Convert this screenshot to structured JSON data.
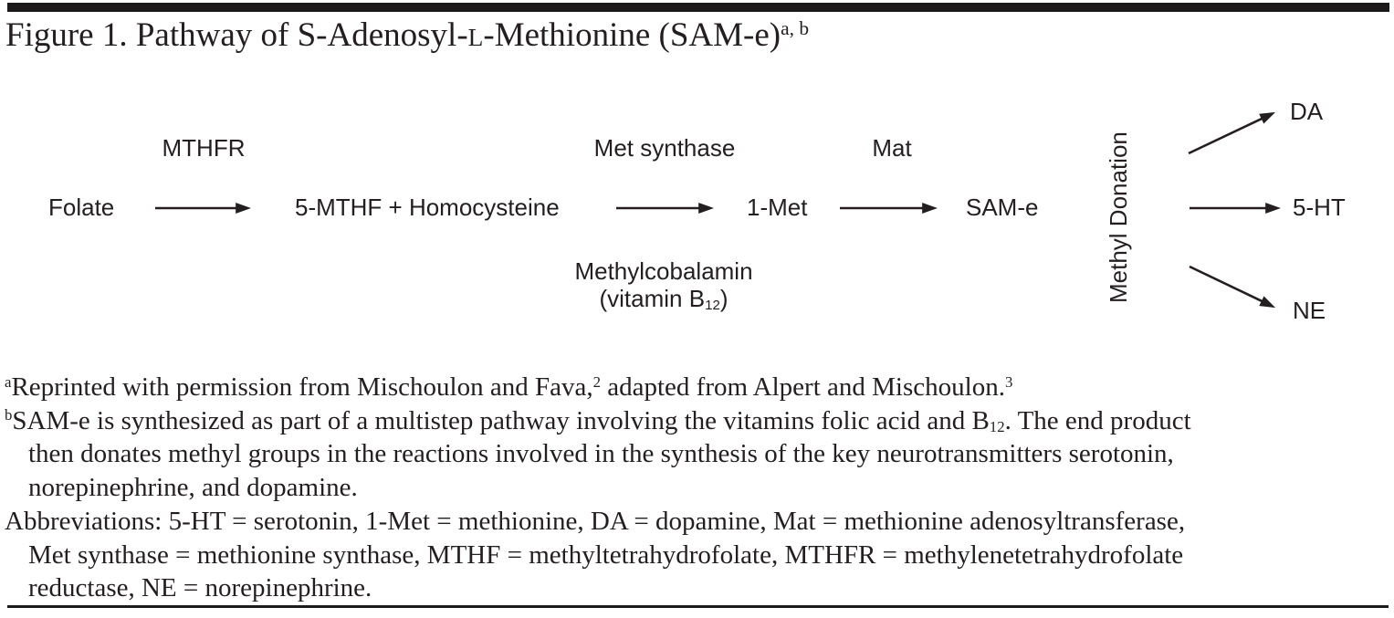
{
  "colors": {
    "ink": "#231f20",
    "rule": "#1d1a1b",
    "background": "#ffffff"
  },
  "title": {
    "segs": [
      {
        "text": "Figure 1. Pathway of S-Adenosyl-"
      },
      {
        "caps": "L"
      },
      {
        "text": "-Methionine (SAM-e)"
      },
      {
        "sup": "a, b"
      }
    ]
  },
  "diagram": {
    "nodes": {
      "folate": "Folate",
      "intermediate": "5-MTHF + Homocysteine",
      "methionine": "1-Met",
      "sam_e": "SAM-e",
      "dopamine": "DA",
      "serotonin": "5-HT",
      "norepinephrine": "NE"
    },
    "enzymes": {
      "mthfr": "MTHFR",
      "met_synthase": "Met synthase",
      "mat": "Mat"
    },
    "cofactor": {
      "line1": "Methylcobalamin",
      "line2_segs": [
        {
          "text": "(vitamin B"
        },
        {
          "sub": "12"
        },
        {
          "text": ")"
        }
      ]
    },
    "methyl_donation_label": "Methyl Donation",
    "edges": [
      {
        "from": "Folate",
        "to": "5-MTHF + Homocysteine",
        "label": "MTHFR"
      },
      {
        "from": "5-MTHF + Homocysteine",
        "to": "1-Met",
        "label": "Met synthase",
        "cofactor": "Methylcobalamin (vitamin B12)"
      },
      {
        "from": "1-Met",
        "to": "SAM-e",
        "label": "Mat"
      },
      {
        "from": "SAM-e",
        "to": "DA",
        "via": "Methyl Donation"
      },
      {
        "from": "SAM-e",
        "to": "5-HT",
        "via": "Methyl Donation"
      },
      {
        "from": "SAM-e",
        "to": "NE",
        "via": "Methyl Donation"
      }
    ]
  },
  "footnotes": {
    "lines": [
      {
        "indent": false,
        "segs": [
          {
            "sup": "a"
          },
          {
            "text": "Reprinted with permission from Mischoulon and Fava,"
          },
          {
            "sup": "2"
          },
          {
            "text": " adapted from Alpert and Mischoulon."
          },
          {
            "sup": "3"
          }
        ]
      },
      {
        "indent": false,
        "segs": [
          {
            "sup": "b"
          },
          {
            "text": "SAM-e is synthesized as part of a multistep pathway involving the vitamins folic acid and B"
          },
          {
            "sub": "12"
          },
          {
            "text": ". The end product"
          }
        ]
      },
      {
        "indent": true,
        "segs": [
          {
            "text": "then donates methyl groups in the reactions involved in the synthesis of the key neurotransmitters serotonin,"
          }
        ]
      },
      {
        "indent": true,
        "segs": [
          {
            "text": "norepinephrine, and dopamine."
          }
        ]
      },
      {
        "indent": false,
        "segs": [
          {
            "text": "Abbreviations: 5-HT = serotonin, 1-Met = methionine, DA = dopamine, Mat = methionine adenosyltransferase,"
          }
        ]
      },
      {
        "indent": true,
        "segs": [
          {
            "text": "Met synthase = methionine synthase, MTHF = methyltetrahydrofolate, MTHFR = methylenetetrahydrofolate"
          }
        ]
      },
      {
        "indent": true,
        "segs": [
          {
            "text": "reductase, NE = norepinephrine."
          }
        ]
      }
    ]
  }
}
